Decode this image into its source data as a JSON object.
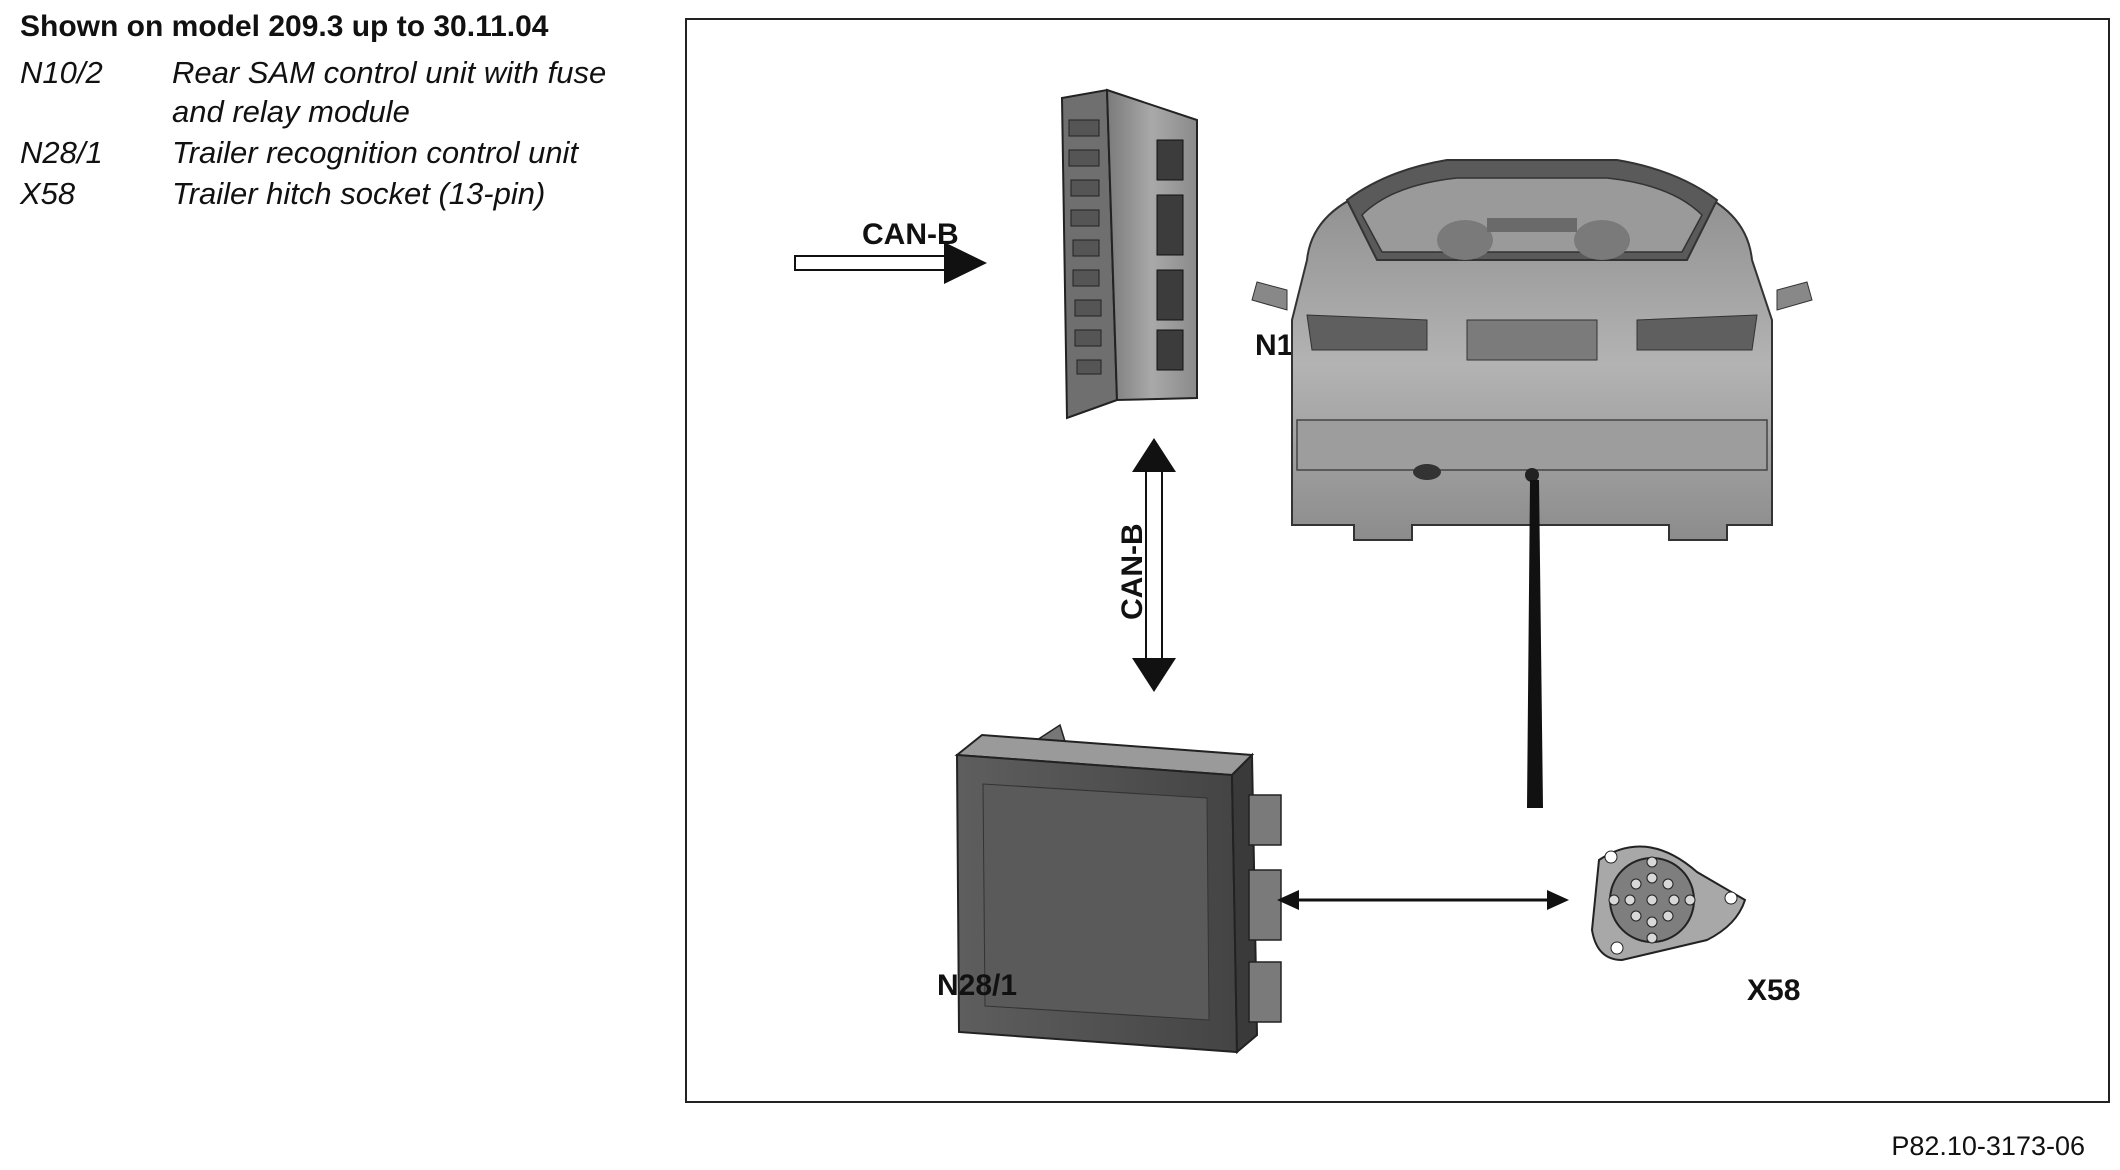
{
  "heading": "Shown on model 209.3 up to 30.11.04",
  "legend": [
    {
      "code": "N10/2",
      "desc_lines": [
        "Rear SAM control unit with fuse",
        "and relay module"
      ]
    },
    {
      "code": "N28/1",
      "desc_lines": [
        "Trailer recognition control unit"
      ]
    },
    {
      "code": "X58",
      "desc_lines": [
        "Trailer hitch socket (13-pin)"
      ]
    }
  ],
  "diagram": {
    "bus_label_top": "CAN-B",
    "bus_label_vertical": "CAN-B",
    "label_n10_2": "N10/2",
    "label_n28_1": "N28/1",
    "label_x58": "X58"
  },
  "reference": "P82.10-3173-06"
}
